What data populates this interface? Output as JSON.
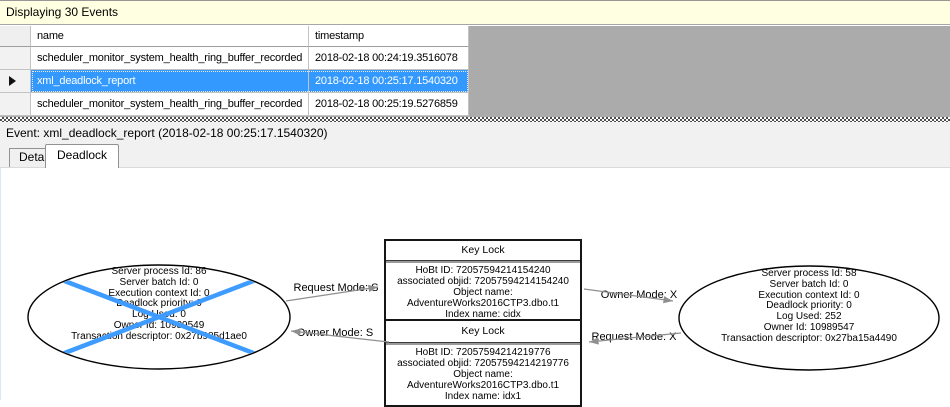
{
  "info_bar": {
    "text": "Displaying 30 Events"
  },
  "events_grid": {
    "columns": [
      {
        "label": "name"
      },
      {
        "label": "timestamp"
      }
    ],
    "rows": [
      {
        "name": "scheduler_monitor_system_health_ring_buffer_recorded",
        "timestamp": "2018-02-18 00:24:19.3516078"
      },
      {
        "name": "xml_deadlock_report",
        "timestamp": "2018-02-18 00:25:17.1540320"
      },
      {
        "name": "scheduler_monitor_system_health_ring_buffer_recorded",
        "timestamp": "2018-02-18 00:25:19.5276859"
      }
    ],
    "selected_row_index": 1
  },
  "event_header": {
    "text": "Event: xml_deadlock_report (2018-02-18 00:25:17.1540320)"
  },
  "tabs": {
    "items": [
      {
        "label": "Details"
      },
      {
        "label": "Deadlock"
      }
    ],
    "active": "Deadlock"
  },
  "graph": {
    "victim_process": {
      "is_deadlock_victim": true,
      "lines": [
        "Server process Id: 86",
        "Server batch Id: 0",
        "Execution context Id: 0",
        "Deadlock priority: 0",
        "Log Used: 0",
        "Owner Id: 10989549",
        "Transaction descriptor: 0x27b985d1ae0"
      ]
    },
    "other_process": {
      "is_deadlock_victim": false,
      "lines": [
        "Server process Id: 58",
        "Server batch Id: 0",
        "Execution context Id: 0",
        "Deadlock priority: 0",
        "Log Used: 252",
        "Owner Id: 10989547",
        "Transaction descriptor: 0x27ba15a4490"
      ]
    },
    "top_lock": {
      "title": "Key Lock",
      "lines": [
        "HoBt ID: 72057594214154240",
        "associated objid: 72057594214154240",
        "Object name: AdventureWorks2016CTP3.dbo.t1",
        "Index name: cidx"
      ]
    },
    "bottom_lock": {
      "title": "Key Lock",
      "lines": [
        "HoBt ID: 72057594214219776",
        "associated objid: 72057594214219776",
        "Object name: AdventureWorks2016CTP3.dbo.t1",
        "Index name: idx1"
      ]
    },
    "edges": [
      {
        "label": "Request Mode: S",
        "from": "victim-process",
        "to": "top-lock"
      },
      {
        "label": "Owner Mode: S",
        "from": "bottom-lock",
        "to": "victim-process"
      },
      {
        "label": "Owner Mode: X",
        "from": "top-lock",
        "to": "other-process"
      },
      {
        "label": "Request Mode: X",
        "from": "other-process",
        "to": "bottom-lock"
      }
    ]
  },
  "icons": {
    "current_row_marker": "black-right-triangle",
    "victim_marker": "blue-cross-x"
  },
  "colors": {
    "selection_blue": "#3399FF",
    "info_bar_yellow": "#FFFFE1",
    "victim_cross_blue": "#3E9BFF",
    "grid_filler_gray": "#ABABAB"
  }
}
